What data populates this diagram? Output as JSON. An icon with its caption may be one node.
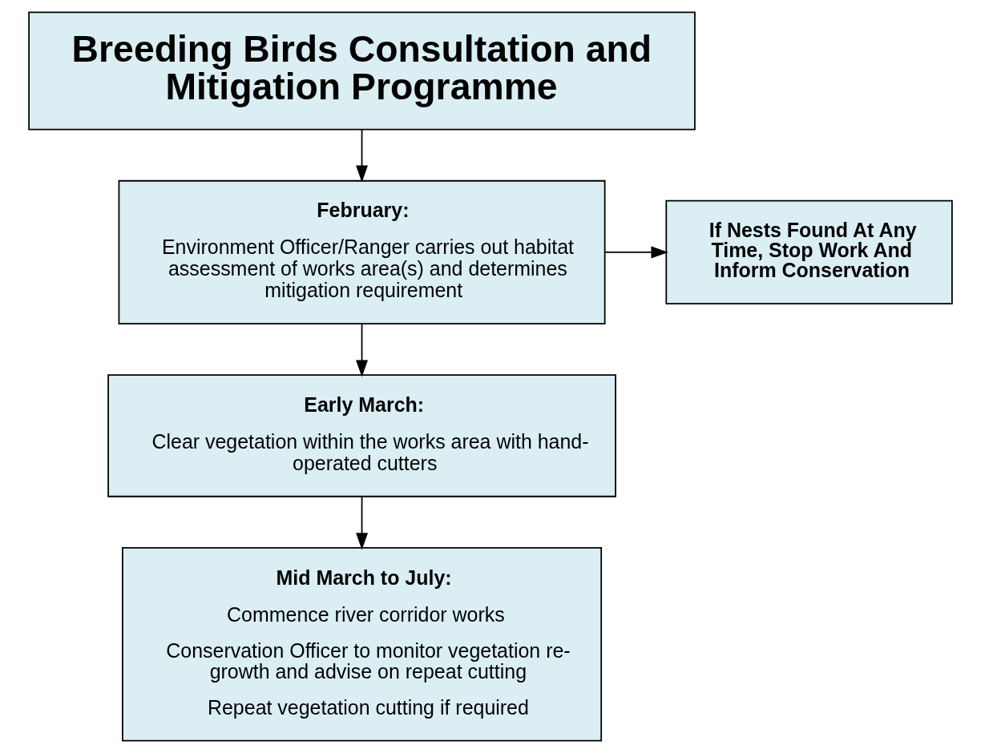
{
  "diagram": {
    "nodes": [
      {
        "text": [
          "Breeding Birds Consultation and Mitigation Programme"
        ]
      },
      {
        "text": [
          "February:",
          "Environment Officer/Ranger carries out habitat assessment of works area(s) and determines mitigation requirement"
        ]
      },
      {
        "text": [
          "If Nests Found At Any Time, Stop Work And Inform Conservation"
        ]
      },
      {
        "text": [
          "Early March:",
          "Clear vegetation within the works area with hand-operated cutters"
        ]
      },
      {
        "text": [
          "Mid March to July:",
          "Commence river corridor works",
          "Conservation Officer to monitor vegetation re-growth and advise on repeat cutting",
          "Repeat vegetation cutting if required"
        ]
      }
    ],
    "edges": [
      {
        "from": 0,
        "to": 1,
        "arrow": "to"
      },
      {
        "from": 1,
        "to": 2,
        "arrow": "to"
      },
      {
        "from": 1,
        "to": 3,
        "arrow": "to"
      },
      {
        "from": 3,
        "to": 4,
        "arrow": "to"
      }
    ]
  }
}
